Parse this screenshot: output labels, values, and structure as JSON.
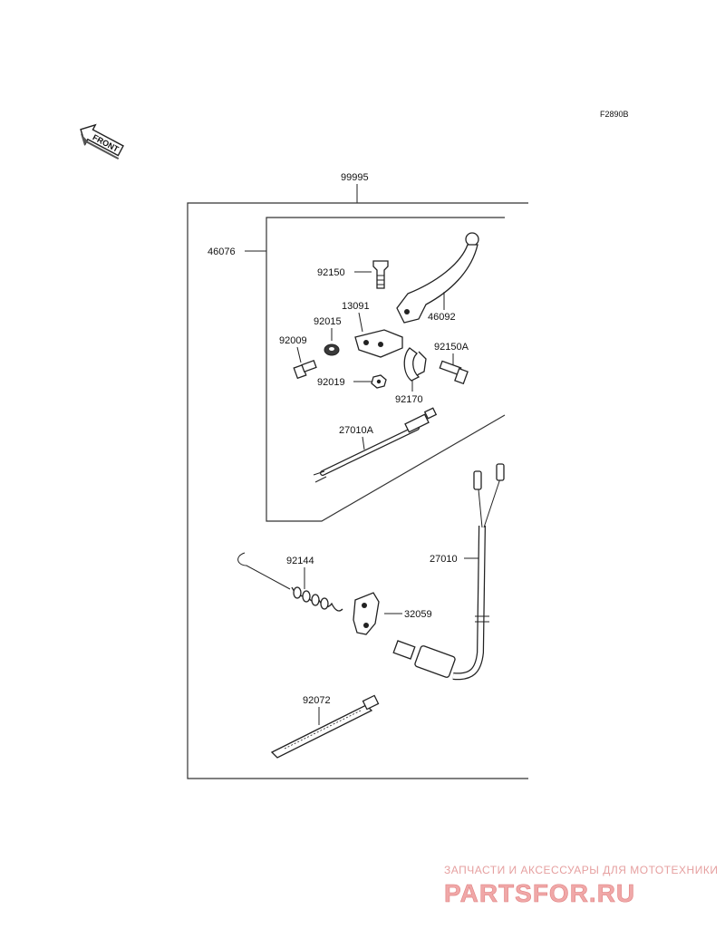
{
  "diagram": {
    "code": "F2890B",
    "front_label": "FRONT",
    "parts": {
      "p99995": "99995",
      "p46076": "46076",
      "p92150": "92150",
      "p46092": "46092",
      "p13091": "13091",
      "p92015": "92015",
      "p92009": "92009",
      "p92150A": "92150A",
      "p92019": "92019",
      "p92170": "92170",
      "p27010A": "27010A",
      "p92144": "92144",
      "p27010": "27010",
      "p32059": "32059",
      "p92072": "92072"
    }
  },
  "watermark": {
    "tagline": "ЗАПЧАСТИ И АКСЕССУАРЫ ДЛЯ МОТОТЕХНИКИ",
    "site": "PARTSFOR.RU"
  }
}
